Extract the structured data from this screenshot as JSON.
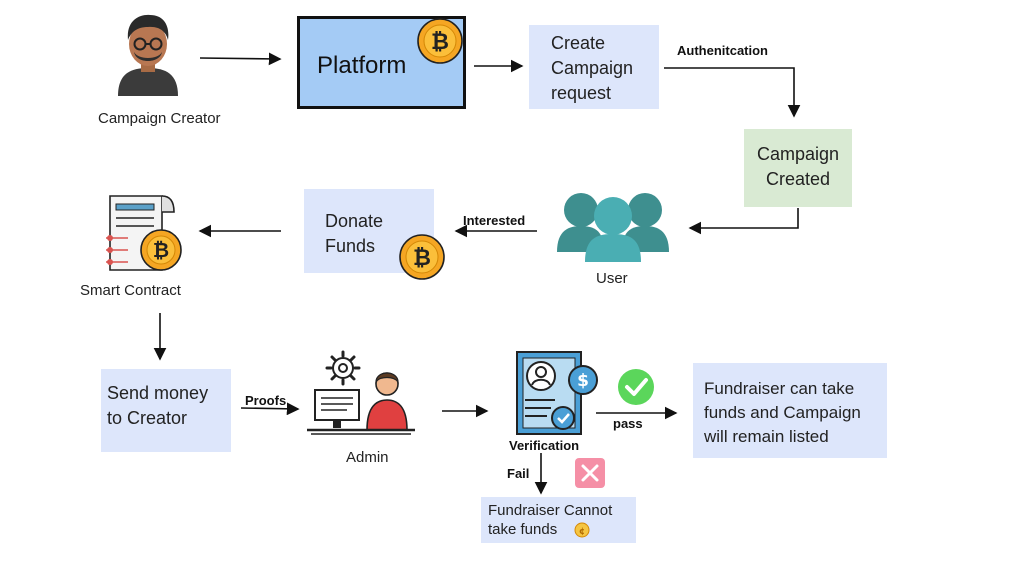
{
  "nodes": {
    "campaign_creator": {
      "label": "Campaign Creator",
      "icon": "person-avatar-icon"
    },
    "platform": {
      "label": "Platform",
      "fill": "#a4cbf5",
      "icon": "bitcoin-coin-icon"
    },
    "create_request": {
      "line1": "Create",
      "line2": "Campaign",
      "line3": "request"
    },
    "campaign_created": {
      "line1": "Campaign",
      "line2": "Created"
    },
    "user": {
      "label": "User",
      "icon": "users-group-icon"
    },
    "donate_funds": {
      "line1": "Donate",
      "line2": "Funds",
      "icon": "bitcoin-coin-icon"
    },
    "smart_contract": {
      "label": "Smart Contract",
      "icon": "contract-document-icon"
    },
    "send_money": {
      "line1": "Send money",
      "line2": "to Creator"
    },
    "admin": {
      "label": "Admin",
      "icon": "admin-computer-icon"
    },
    "verification": {
      "label": "Verification",
      "icon": "verification-document-icon"
    },
    "success": {
      "line1": "Fundraiser can take",
      "line2": "funds and Campaign",
      "line3": "will remain listed"
    },
    "fail": {
      "line1": "Fundraiser Cannot",
      "line2": "take funds"
    }
  },
  "edges": {
    "authentication": "Authenitcation",
    "interested": "Interested",
    "proofs": "Proofs",
    "pass": "pass",
    "fail": "Fail"
  },
  "colors": {
    "light_blue_box": "#dde6fb",
    "light_green_box": "#d9ead3",
    "platform_fill": "#a4cbf5",
    "coin": "#f5a623",
    "teal": "#3e8f8f",
    "check_green": "#5bd65b",
    "cross_pink": "#f58fa6"
  }
}
